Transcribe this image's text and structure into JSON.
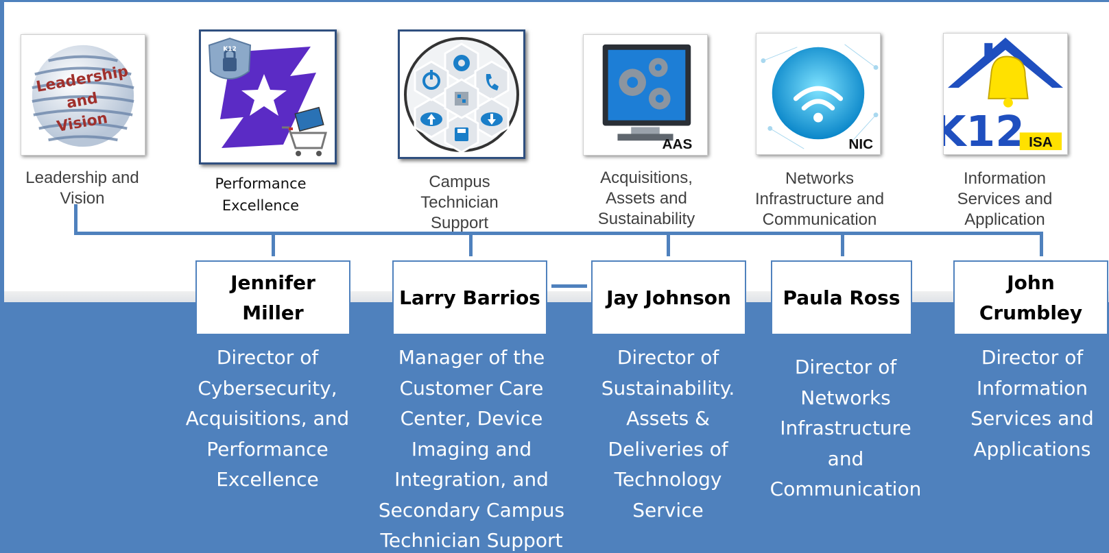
{
  "units": [
    {
      "label": "Leadership and Vision",
      "tile_text": [
        "Leadership",
        "and",
        "Vision"
      ]
    },
    {
      "label": "Performance Excellence",
      "tile_text": [
        "K12"
      ]
    },
    {
      "label": "Campus Technician Support",
      "tile_text": []
    },
    {
      "label": "Acquisitions, Assets and Sustainability",
      "tile_text": [
        "AAS"
      ]
    },
    {
      "label": "Networks Infrastructure and Communication",
      "tile_text": [
        "NIC"
      ]
    },
    {
      "label": "Information Services and Application",
      "tile_text": [
        "K12",
        "ISA"
      ]
    }
  ],
  "staff": [
    {
      "name": "Jennifer Miller",
      "title": "Director of Cybersecurity, Acquisitions, and Performance Excellence"
    },
    {
      "name": "Larry Barrios",
      "title": "Manager of the Customer Care Center, Device Imaging and Integration, and Secondary Campus Technician Support"
    },
    {
      "name": "Jay Johnson",
      "title": "Director of Sustainability. Assets & Deliveries of Technology Service"
    },
    {
      "name": "Paula Ross",
      "title": "Director of Networks Infrastructure and Communication"
    },
    {
      "name": "John Crumbley",
      "title": "Director of Information Services and Applications"
    }
  ],
  "colors": {
    "background": "#4f81bd",
    "panel": "#ffffff",
    "connector": "#4f81bd",
    "brand_purple": "#5b2bc5",
    "brand_blue": "#1f4fbf",
    "brand_yellow": "#ffe100"
  }
}
